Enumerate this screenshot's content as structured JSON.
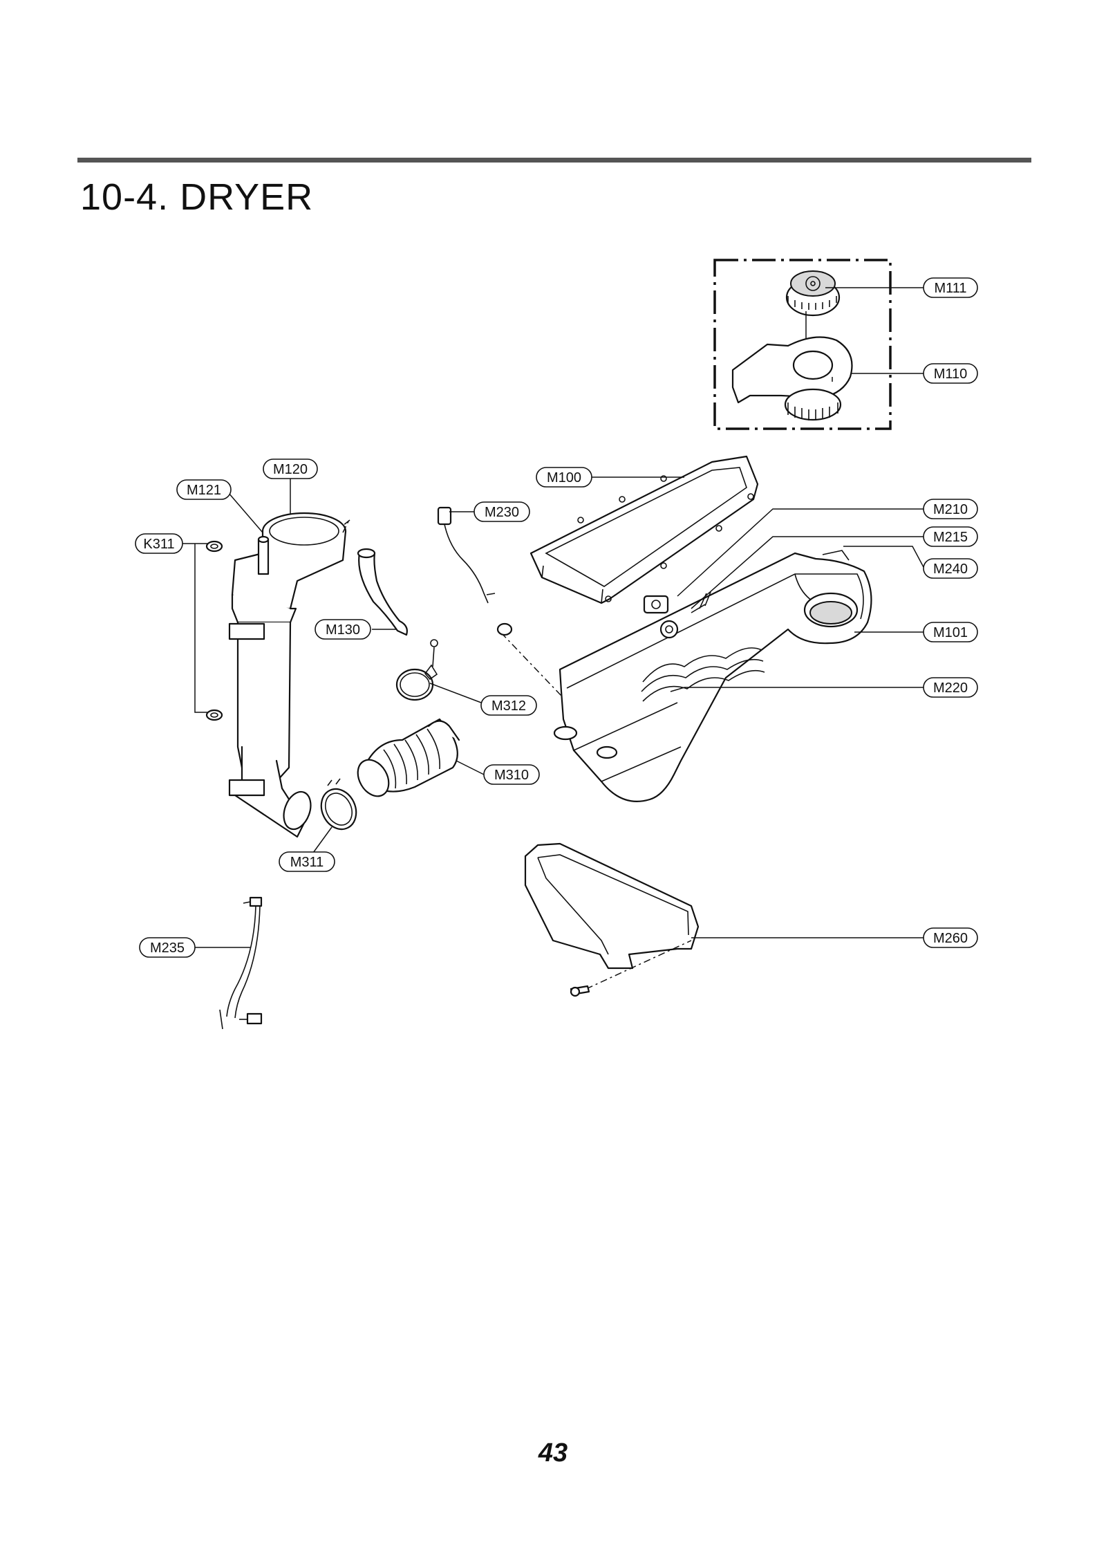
{
  "section_title": "10-4. DRYER",
  "page_number": "43",
  "callouts": {
    "M111": "M111",
    "M110": "M110",
    "M120": "M120",
    "M121": "M121",
    "K311": "K311",
    "M100": "M100",
    "M230": "M230",
    "M210": "M210",
    "M215": "M215",
    "M240": "M240",
    "M130": "M130",
    "M101": "M101",
    "M312": "M312",
    "M220": "M220",
    "M310": "M310",
    "M311": "M311",
    "M235": "M235",
    "M260": "M260"
  }
}
